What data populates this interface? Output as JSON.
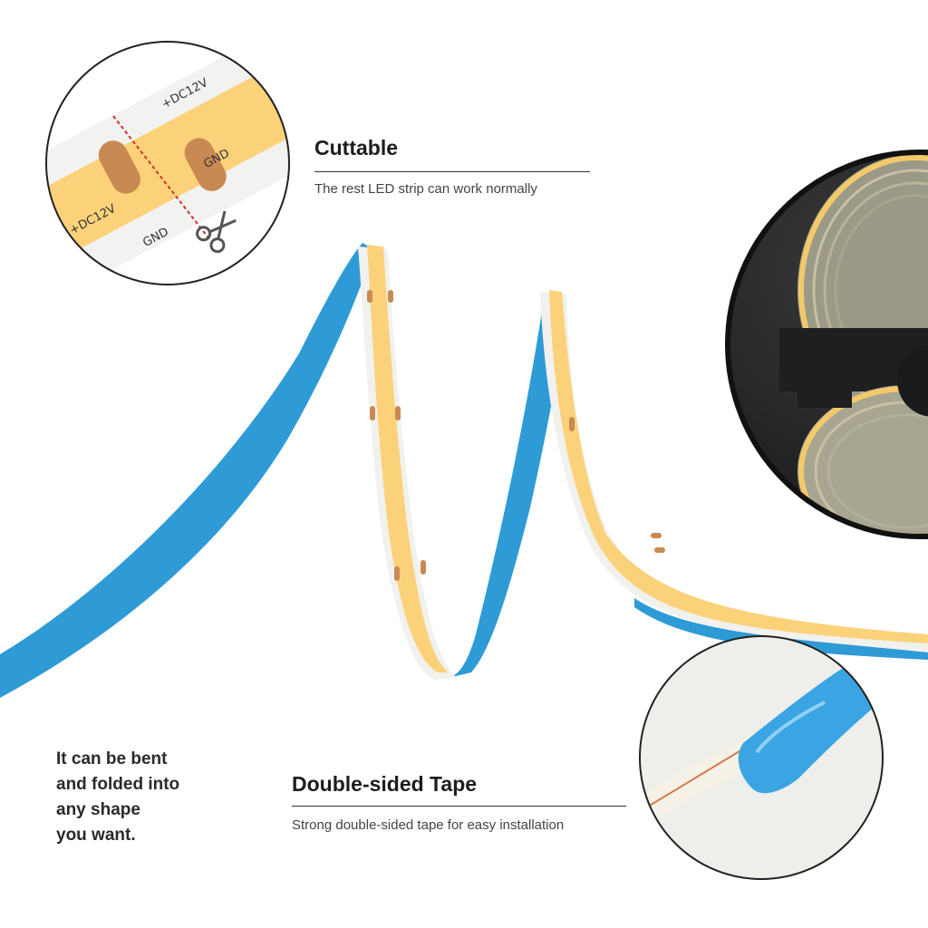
{
  "colors": {
    "tape_blue": "#2e9bd6",
    "led_yellow": "#fbd27a",
    "pcb_white": "#f1f1ee",
    "copper_pad": "#c98952",
    "reel_black": "#1f1f21",
    "cut_line_red": "#d0302a"
  },
  "cuttable": {
    "title": "Cuttable",
    "subtitle": "The rest LED strip can work normally",
    "label_positive_top": "+DC12V",
    "label_positive_bottom": "+DC12V",
    "label_gnd_top": "GND",
    "label_gnd_bottom": "GND",
    "icon": "scissors-icon"
  },
  "double_sided_tape": {
    "title": "Double-sided Tape",
    "subtitle": "Strong double-sided tape for easy installation"
  },
  "bendable": {
    "lines": [
      "It can be bent",
      "and folded into",
      "any shape",
      "you want."
    ]
  }
}
